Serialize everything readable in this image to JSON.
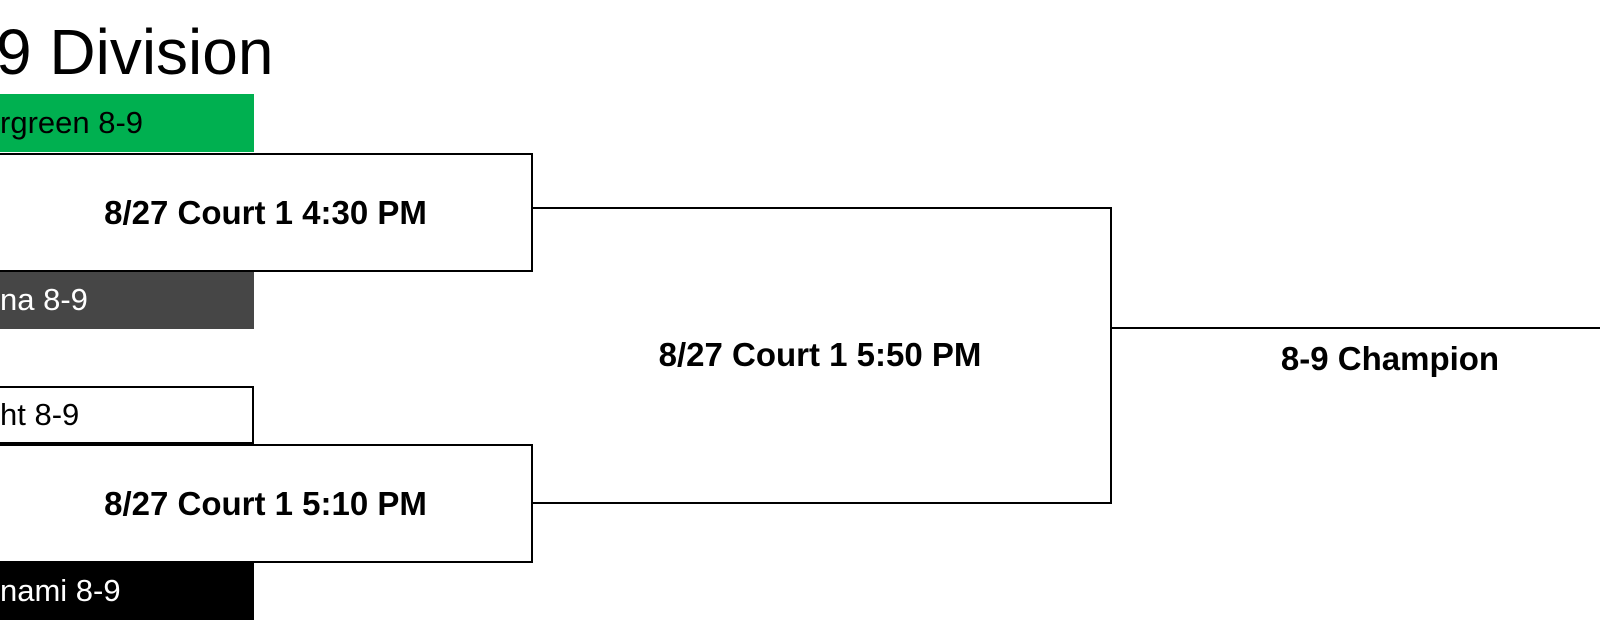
{
  "title": "9 Division",
  "teams": [
    {
      "label": "rgreen 8-9",
      "bg": "#00b050",
      "fg": "#000000"
    },
    {
      "label": "na 8-9",
      "bg": "#464646",
      "fg": "#ffffff"
    },
    {
      "label": "ht 8-9",
      "bg": "#ffffff",
      "fg": "#000000"
    },
    {
      "label": "nami 8-9",
      "bg": "#000000",
      "fg": "#ffffff"
    }
  ],
  "matches": {
    "semi_1": "8/27 Court 1 4:30 PM",
    "semi_2": "8/27 Court 1 5:10 PM",
    "final": "8/27 Court 1 5:50 PM"
  },
  "champion": "8-9 Champion"
}
